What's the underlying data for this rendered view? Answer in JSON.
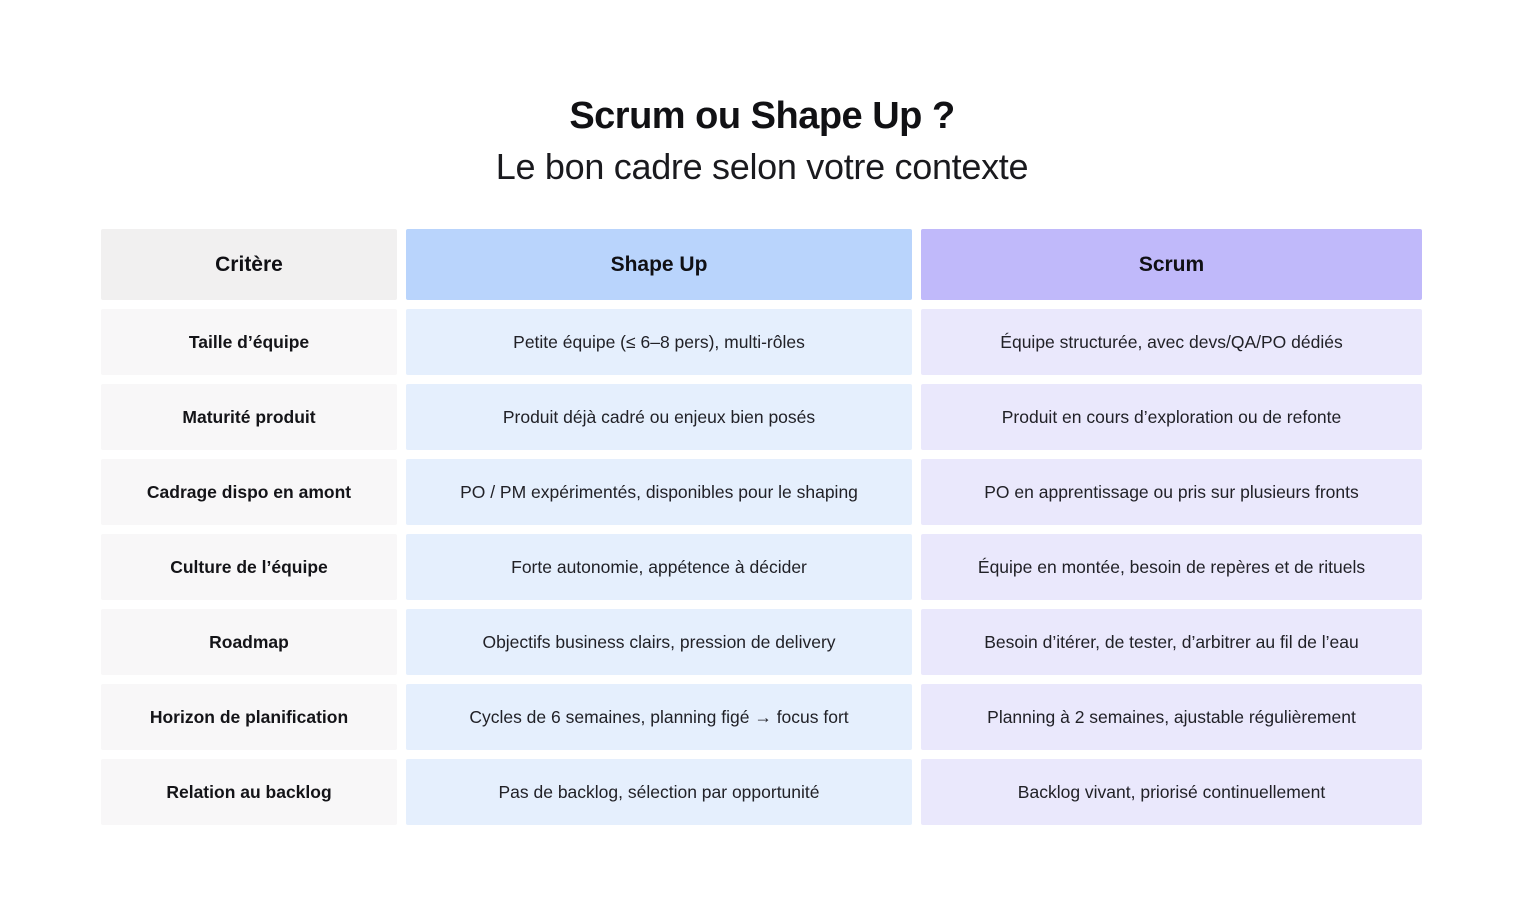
{
  "chart_data": {
    "type": "table",
    "title": "Scrum ou Shape Up ?",
    "subtitle": "Le bon cadre selon votre contexte",
    "columns": [
      "Critère",
      "Shape Up",
      "Scrum"
    ],
    "rows": [
      [
        "Taille d’équipe",
        "Petite équipe (≤ 6–8 pers), multi-rôles",
        "Équipe structurée, avec devs/QA/PO dédiés"
      ],
      [
        "Maturité produit",
        "Produit déjà cadré ou enjeux bien posés",
        "Produit en cours d’exploration ou de refonte"
      ],
      [
        "Cadrage dispo en amont",
        "PO / PM expérimentés, disponibles pour le shaping",
        "PO en apprentissage ou pris sur plusieurs fronts"
      ],
      [
        "Culture de l’équipe",
        "Forte autonomie, appétence à décider",
        "Équipe en montée, besoin de repères et de rituels"
      ],
      [
        "Roadmap",
        "Objectifs business clairs, pression de delivery",
        "Besoin d’itérer, de tester, d’arbitrer au fil de l’eau"
      ],
      [
        "Horizon de planification",
        "Cycles de 6 semaines, planning figé → focus fort",
        "Planning à 2 semaines, ajustable régulièrement"
      ],
      [
        "Relation au backlog",
        "Pas de backlog, sélection par opportunité",
        "Backlog vivant, priorisé continuellement"
      ]
    ],
    "layout": {
      "legend": "none",
      "grid": "off",
      "header_row": true
    }
  },
  "colors": {
    "page_bg": "#ffffff",
    "critere_header_bg": "#f1f0f0",
    "critere_cell_bg": "#f8f7f8",
    "shapeup_header_bg": "#b9d4fc",
    "shapeup_cell_bg": "#e5effd",
    "scrum_header_bg": "#c0b9fa",
    "scrum_cell_bg": "#eae8fc",
    "title_text": "#111114",
    "cell_text": "#212127"
  }
}
